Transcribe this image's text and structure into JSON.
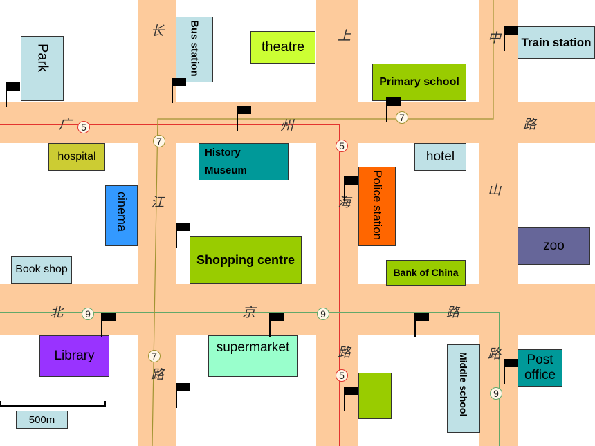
{
  "buildings": {
    "park": "Park",
    "bus_station": "Bus station",
    "theatre": "theatre",
    "primary_school": "Primary school",
    "train_station": "Train station",
    "hospital": "hospital",
    "history_museum_line1": "History",
    "history_museum_line2": "Museum",
    "hotel": "hotel",
    "cinema": "cinema",
    "police_station": "Police station",
    "book_shop": "Book shop",
    "shopping_centre": "Shopping centre",
    "bank_of_china": "Bank of China",
    "zoo": "zoo",
    "library": "Library",
    "supermarket": "supermarket",
    "middle_school": "Middle school",
    "post_office_line1": "Post",
    "post_office_line2": "office"
  },
  "road_chars": {
    "guangzhou_lu": [
      "广",
      "州",
      "路"
    ],
    "changjiang_lu": [
      "长",
      "江",
      "路"
    ],
    "shanghai_lu": [
      "上",
      "海",
      "路"
    ],
    "zhongshan_lu": [
      "中",
      "山",
      "路"
    ],
    "beijing_lu": [
      "北",
      "京",
      "路"
    ]
  },
  "bus_stops": {
    "route5": "5",
    "route7": "7",
    "route9": "9"
  },
  "colors": {
    "road": "#fdcb9c",
    "route5": "#e3342f",
    "route7": "#a19432",
    "route9": "#62a86a"
  },
  "scale": {
    "label": "500m"
  }
}
